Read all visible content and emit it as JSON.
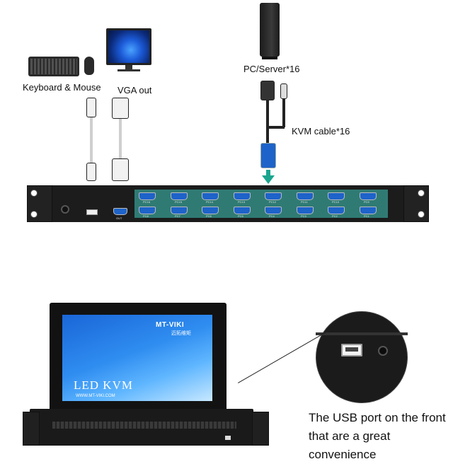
{
  "labels": {
    "keyboard_mouse": "Keyboard & Mouse",
    "vga_out": "VGA out",
    "pc_server": "PC/Server*16",
    "kvm_cable": "KVM cable*16"
  },
  "kvm_ports": {
    "top_row": [
      "PC16",
      "PC15",
      "PC14",
      "PC13",
      "PC12",
      "PC11",
      "PC10",
      "PC9"
    ],
    "bottom_row": [
      "PC8",
      "PC7",
      "PC6",
      "PC5",
      "PC4",
      "PC3",
      "PC2",
      "PC1"
    ],
    "out_label": "OUT"
  },
  "lcd": {
    "brand": "MT-VIKI",
    "brand_cn": "迈拓维矩",
    "screen_title": "LED KVM",
    "website": "WWW.MT-VIKI.COM"
  },
  "caption": "The USB port on the front that are a great convenience",
  "colors": {
    "arrow_green": "#1aa58f",
    "panel_teal": "#2f7b74",
    "vga_blue": "#1e63c9"
  }
}
